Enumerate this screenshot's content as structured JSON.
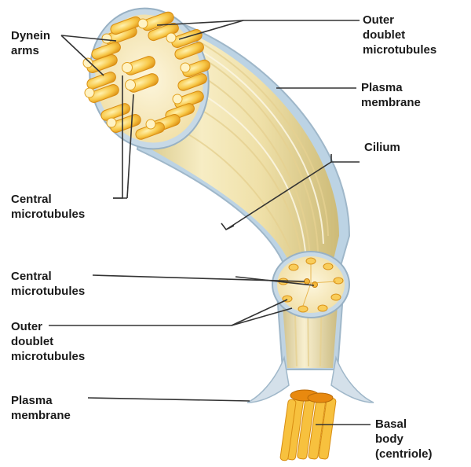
{
  "labels": {
    "dynein_arms": "Dynein\narms",
    "outer_doublet_top": "Outer\ndoublet\nmicrotubules",
    "plasma_membrane_top": "Plasma\nmembrane",
    "cilium": "Cilium",
    "central_microtubules_top": "Central\nmicrotubules",
    "central_microtubules_mid": "Central\nmicrotubules",
    "outer_doublet_mid": "Outer\ndoublet\nmicrotubules",
    "plasma_membrane_bottom": "Plasma\nmembrane",
    "basal_body": "Basal\nbody\n(centriole)"
  },
  "colors": {
    "microtubule": "#f7c84a",
    "microtubule_dark": "#e09a18",
    "membrane": "#b8cfe0",
    "shaft": "#f3e7b8",
    "leader_line": "#333333"
  }
}
